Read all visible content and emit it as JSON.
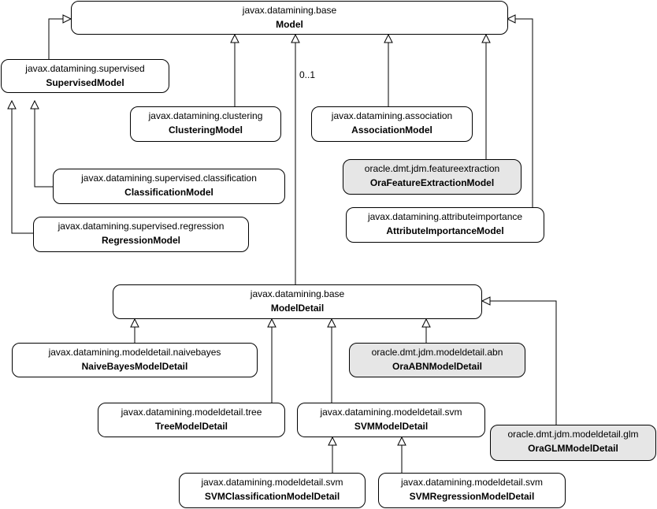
{
  "classes": {
    "model": {
      "package": "javax.datamining.base",
      "name": "Model"
    },
    "supervised_model": {
      "package": "javax.datamining.supervised",
      "name": "SupervisedModel"
    },
    "clustering_model": {
      "package": "javax.datamining.clustering",
      "name": "ClusteringModel"
    },
    "association_model": {
      "package": "javax.datamining.association",
      "name": "AssociationModel"
    },
    "ora_feature_extraction_model": {
      "package": "oracle.dmt.jdm.featureextraction",
      "name": "OraFeatureExtractionModel"
    },
    "classification_model": {
      "package": "javax.datamining.supervised.classification",
      "name": "ClassificationModel"
    },
    "attribute_importance_model": {
      "package": "javax.datamining.attributeimportance",
      "name": "AttributeImportanceModel"
    },
    "regression_model": {
      "package": "javax.datamining.supervised.regression",
      "name": "RegressionModel"
    },
    "model_detail": {
      "package": "javax.datamining.base",
      "name": "ModelDetail"
    },
    "naive_bayes_model_detail": {
      "package": "javax.datamining.modeldetail.naivebayes",
      "name": "NaiveBayesModelDetail"
    },
    "ora_abn_model_detail": {
      "package": "oracle.dmt.jdm.modeldetail.abn",
      "name": "OraABNModelDetail"
    },
    "tree_model_detail": {
      "package": "javax.datamining.modeldetail.tree",
      "name": "TreeModelDetail"
    },
    "svm_model_detail": {
      "package": "javax.datamining.modeldetail.svm",
      "name": "SVMModelDetail"
    },
    "ora_glm_model_detail": {
      "package": "oracle.dmt.jdm.modeldetail.glm",
      "name": "OraGLMModelDetail"
    },
    "svm_classification_model_detail": {
      "package": "javax.datamining.modeldetail.svm",
      "name": "SVMClassificationModelDetail"
    },
    "svm_regression_model_detail": {
      "package": "javax.datamining.modeldetail.svm",
      "name": "SVMRegressionModelDetail"
    }
  },
  "association": {
    "multiplicity": "0..1"
  },
  "style": {
    "line_color": "#000000",
    "box_fill": "#ffffff",
    "oracle_box_fill": "#e6e6e6"
  }
}
